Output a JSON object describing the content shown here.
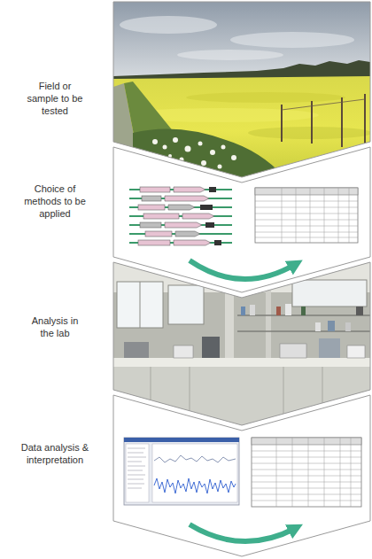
{
  "diagram": {
    "nodes": [
      {
        "text": [
          "Field or sample to be tested"
        ]
      },
      {
        "text": [
          "Choice of methods to be applied"
        ]
      },
      {
        "text": [
          "Analysis in the lab"
        ]
      },
      {
        "text": [
          "Data analysis & interpretation"
        ]
      }
    ]
  }
}
